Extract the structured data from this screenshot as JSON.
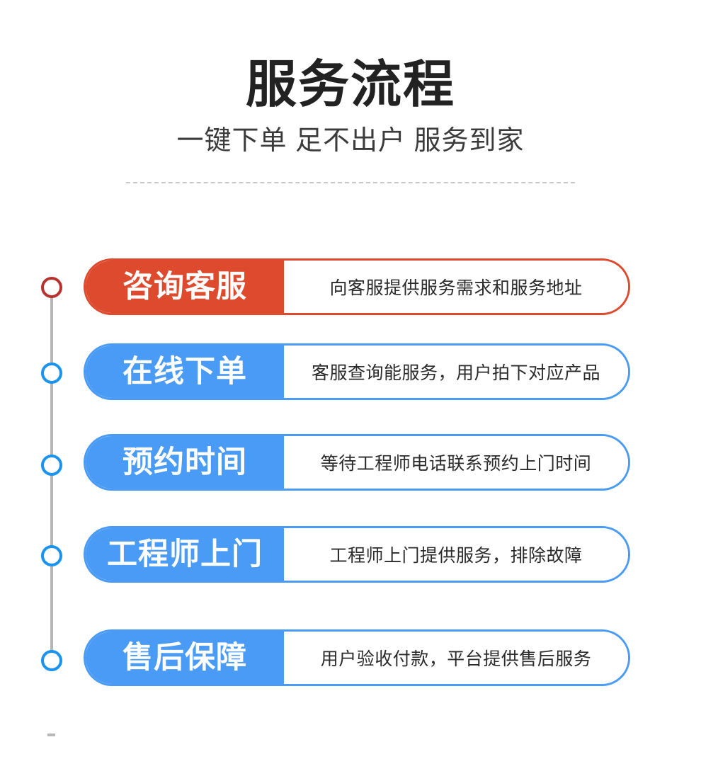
{
  "header": {
    "title": "服务流程",
    "subtitle": "一键下单 足不出户 服务到家"
  },
  "colors": {
    "accent_orange": "#de4a2e",
    "accent_blue": "#4a9bf5",
    "dot_red": "#b8332f",
    "dot_blue": "#1a93ef",
    "timeline_gray": "#b6b6b6",
    "divider_gray": "#c9c9c9",
    "title_text": "#222222",
    "desc_text": "#2b2b2b"
  },
  "steps": [
    {
      "label": "咨询客服",
      "description": "向客服提供服务需求和服务地址",
      "accent": "orange",
      "dot": "red"
    },
    {
      "label": "在线下单",
      "description": "客服查询能服务，用户拍下对应产品",
      "accent": "blue",
      "dot": "blue"
    },
    {
      "label": "预约时间",
      "description": "等待工程师电话联系预约上门时间",
      "accent": "blue",
      "dot": "blue"
    },
    {
      "label": "工程师上门",
      "description": "工程师上门提供服务，排除故障",
      "accent": "blue",
      "dot": "blue"
    },
    {
      "label": "售后保障",
      "description": "用户验收付款，平台提供售后服务",
      "accent": "blue",
      "dot": "blue"
    }
  ]
}
